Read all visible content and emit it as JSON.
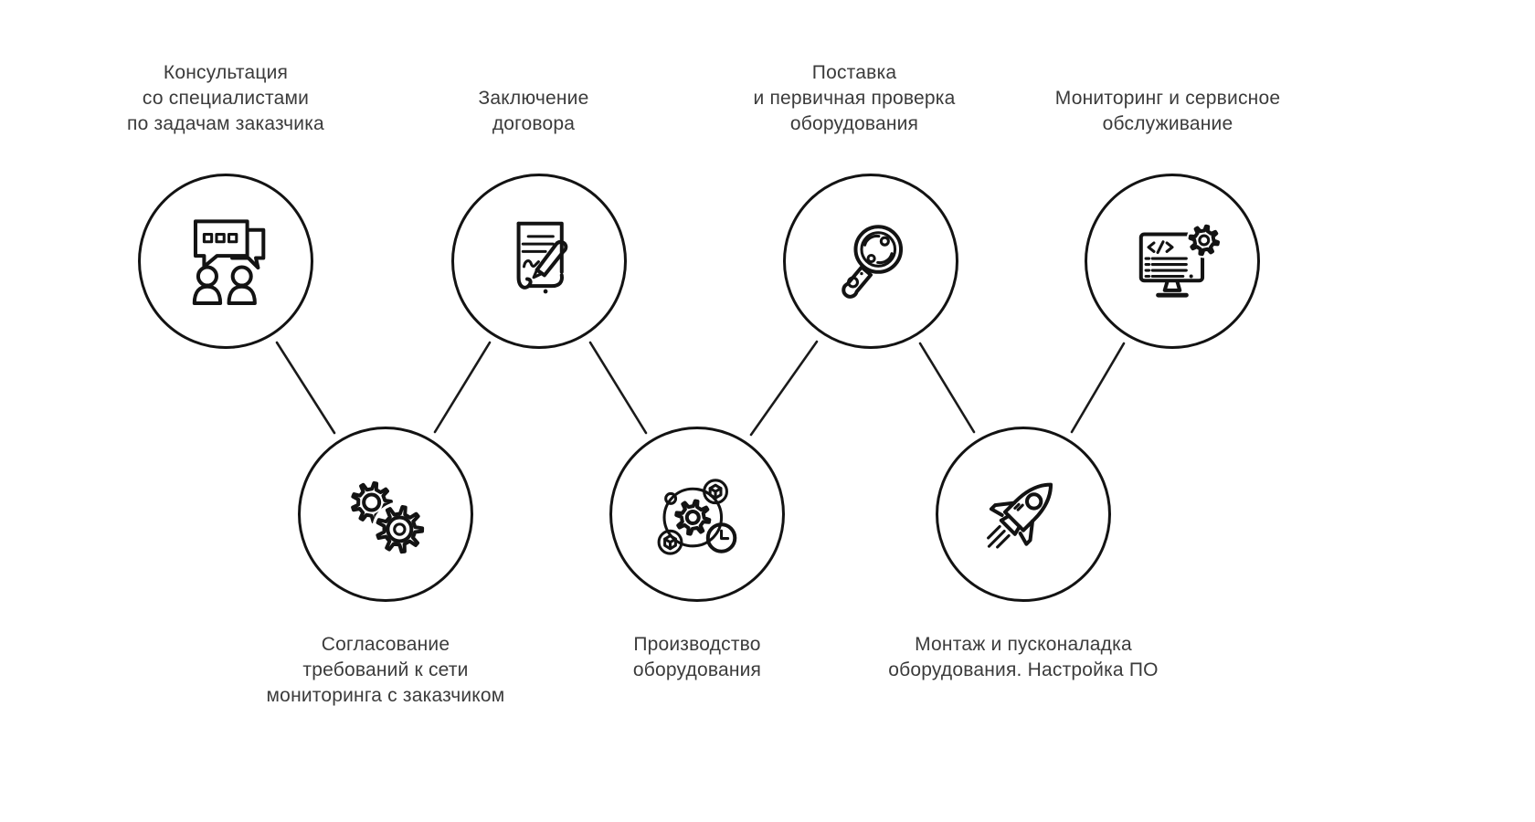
{
  "diagram": {
    "background_color": "#ffffff",
    "stroke_color": "#131313",
    "text_color": "#3b3b3b",
    "steps": [
      {
        "id": "consultation",
        "row": "top",
        "icon": "chat-people-icon",
        "label": "Консультация\nсо специалистами\nпо задачам заказчика"
      },
      {
        "id": "contract",
        "row": "top",
        "icon": "contract-signing-icon",
        "label": "Заключение\nдоговора"
      },
      {
        "id": "delivery-check",
        "row": "top",
        "icon": "magnifier-inspection-icon",
        "label": "Поставка\nи первичная проверка\nоборудования"
      },
      {
        "id": "monitoring",
        "row": "top",
        "icon": "monitor-gear-icon",
        "label": "Мониторинг и сервисное\nобслуживание"
      },
      {
        "id": "requirements",
        "row": "bottom",
        "icon": "gears-icon",
        "label": "Согласование\nтребований к сети\nмониторинга с заказчиком"
      },
      {
        "id": "production",
        "row": "bottom",
        "icon": "gear-orbit-clock-icon",
        "label": "Производство\nоборудования"
      },
      {
        "id": "installation",
        "row": "bottom",
        "icon": "rocket-icon",
        "label": "Монтаж и пусконаладка\nоборудования. Настройка ПО"
      }
    ],
    "connections": [
      [
        "consultation",
        "requirements"
      ],
      [
        "requirements",
        "contract"
      ],
      [
        "contract",
        "production"
      ],
      [
        "production",
        "delivery-check"
      ],
      [
        "delivery-check",
        "installation"
      ],
      [
        "installation",
        "monitoring"
      ]
    ]
  }
}
